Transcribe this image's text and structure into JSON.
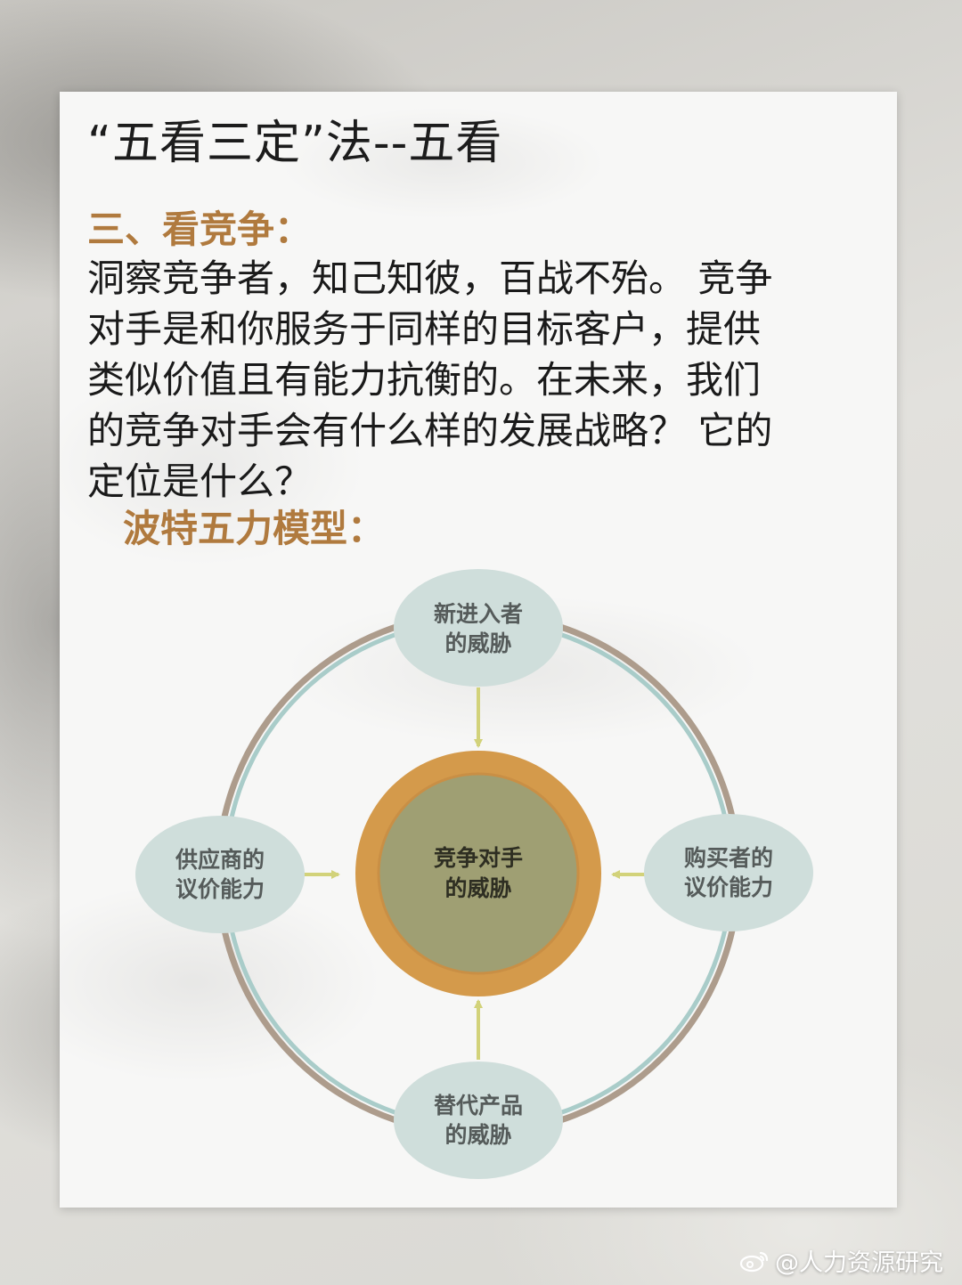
{
  "page": {
    "title": "“五看三定”法--五看",
    "section_heading": "三、看竞争：",
    "body_lines": [
      "洞察竞争者，知己知彼，百战不殆。 竞争",
      "对手是和你服务于同样的目标客户，提供",
      "类似价值且有能力抗衡的。在未来，我们",
      "的竞争对手会有什么样的发展战略？ 它的",
      "定位是什么？"
    ],
    "sub_heading": "波特五力模型："
  },
  "diagram": {
    "center": {
      "line1": "竞争对手",
      "line2": "的威胁"
    },
    "top": {
      "line1": "新进入者",
      "line2": "的威胁"
    },
    "left": {
      "line1": "供应商的",
      "line2": "议价能力"
    },
    "right": {
      "line1": "购买者的",
      "line2": "议价能力"
    },
    "bottom": {
      "line1": "替代产品",
      "line2": "的威胁"
    },
    "colors": {
      "node_fill": "#cfdedb",
      "ring_outer": "#ad9c8c",
      "ring_inner": "#a9ccc9",
      "center_outer": "#d49a4b",
      "center_inner": "#9f9f73",
      "arrow": "#d2d27a"
    }
  },
  "watermark": {
    "icon": "weibo-icon",
    "text": "@人力资源研究"
  }
}
